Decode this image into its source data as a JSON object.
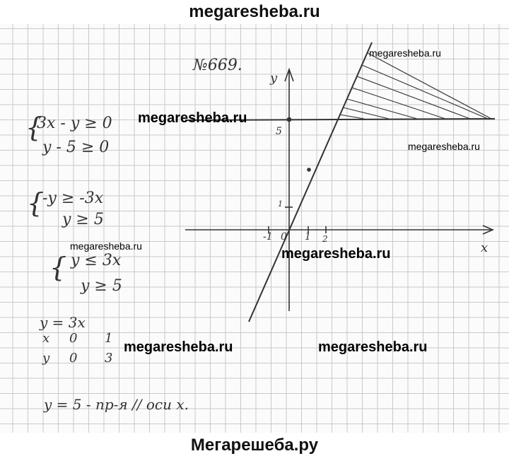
{
  "header": {
    "site": "megaresheba.ru"
  },
  "footer": {
    "site": "Мегарешеба.ру"
  },
  "problem": {
    "number": "№669.",
    "system1": [
      "3x - y ≥ 0",
      "y - 5 ≥ 0"
    ],
    "system2": [
      "-y ≥ -3x",
      "y ≥ 5"
    ],
    "system3": [
      "y ≤ 3x",
      "y ≥ 5"
    ],
    "line_eq": "y = 3x",
    "table": {
      "x_row": [
        "x",
        "0",
        "1"
      ],
      "y_row": [
        "y",
        "0",
        "3"
      ]
    },
    "note": "y = 5 - пр-я // оси x."
  },
  "graph": {
    "x_label": "x",
    "y_label": "y",
    "ticks": {
      "minus1": "-1",
      "zero": "0",
      "one_x": "1",
      "two_x": "2",
      "one_y": "1",
      "five_y": "5"
    }
  },
  "watermarks": {
    "large": "megaresheba.ru",
    "small": "megaresheba.ru"
  }
}
